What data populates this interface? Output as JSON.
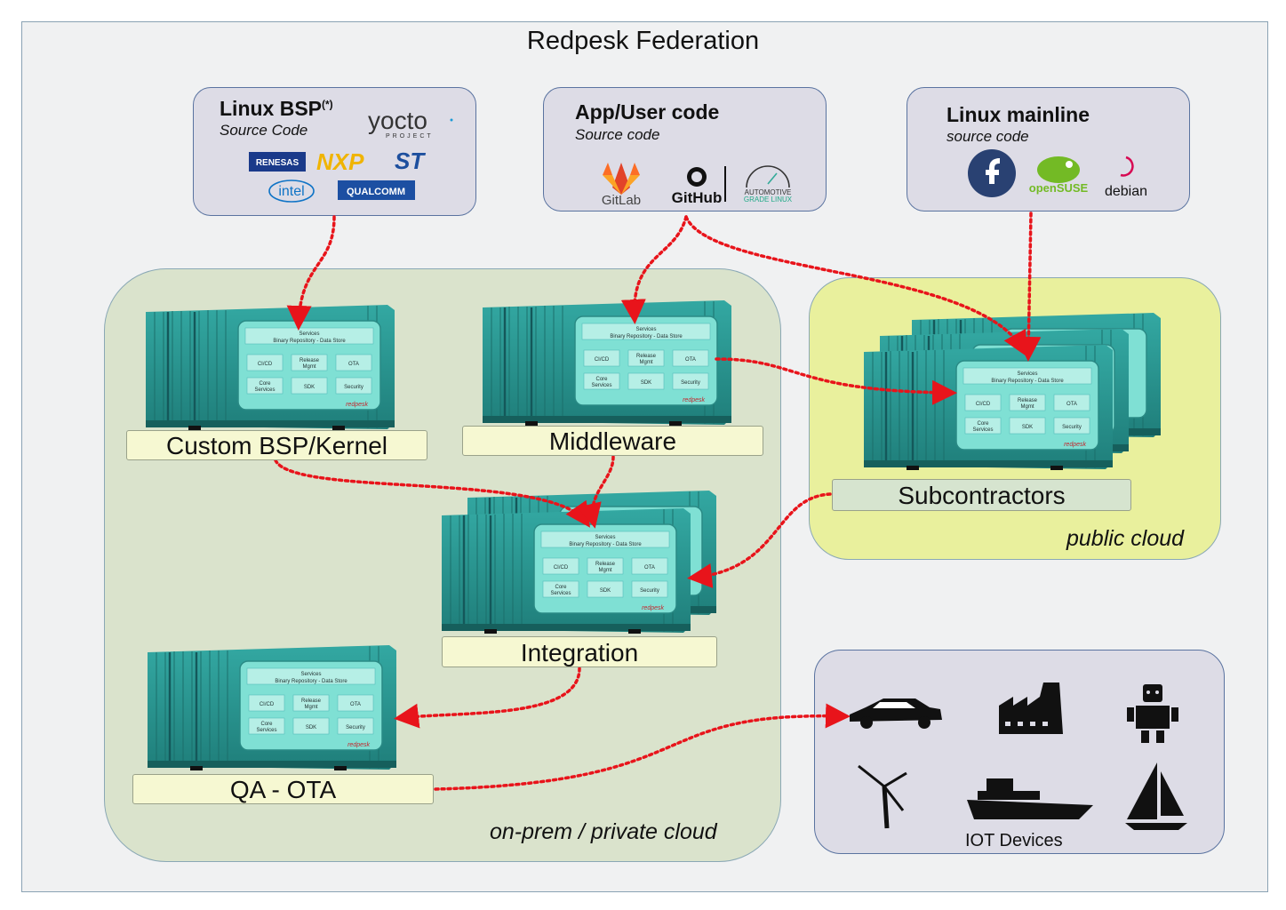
{
  "title": "Redpesk Federation",
  "sources": {
    "bsp": {
      "title": "Linux BSP",
      "title_sup": "(*)",
      "subtitle": "Source Code",
      "logos": [
        "yocto",
        "PROJECT",
        "RENESAS",
        "NXP",
        "ST",
        "intel",
        "QUALCOMM"
      ]
    },
    "app": {
      "title": "App/User code",
      "subtitle": "Source code",
      "logos": [
        "GitLab",
        "GitHub",
        "AUTOMOTIVE",
        "GRADE LINUX"
      ]
    },
    "mainline": {
      "title": "Linux mainline",
      "subtitle": "source code",
      "logos": [
        "openSUSE",
        "debian"
      ]
    }
  },
  "container_panel": {
    "header": "Services",
    "subheader": "Binary Repository - Data Store",
    "cells": [
      "CI/CD",
      "Release Mgmt",
      "OTA",
      "Core Services",
      "SDK",
      "Security"
    ],
    "brand": "redpesk"
  },
  "stages": {
    "bsp": "Custom BSP/Kernel",
    "middleware": "Middleware",
    "integration": "Integration",
    "qa": "QA - OTA",
    "subcontractors": "Subcontractors"
  },
  "regions": {
    "private": "on-prem / private cloud",
    "public": "public cloud"
  },
  "iot": {
    "label": "IOT Devices",
    "icons": [
      "car-icon",
      "factory-icon",
      "robot-icon",
      "wind-turbine-icon",
      "ship-icon",
      "sailboat-icon"
    ]
  },
  "colors": {
    "private_bg": "#dae3cc",
    "public_bg": "#e9f09d",
    "source_bg": "#dddce6",
    "iot_bg": "#dddce6",
    "container": "#2e9c97",
    "panel": "#7fe0d4",
    "arrow": "#e8141b",
    "label_bg": "#f6f8d2"
  }
}
